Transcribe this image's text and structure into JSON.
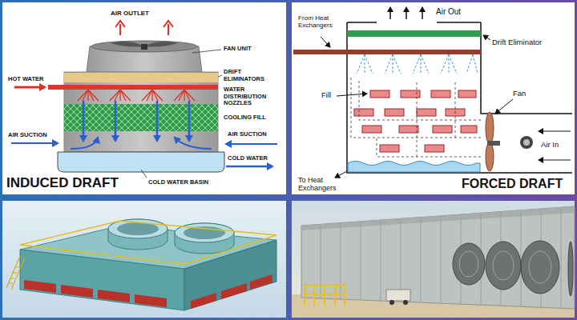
{
  "diagram": {
    "labels": [
      "AIR OUTLET",
      "FAN UNIT",
      "HOT WATER",
      "DRIFT ELIMINATORS",
      "WATER DISTRIBUTION NOZZLES",
      "COOLING FILL",
      "AIR SUCTION",
      "AIR SUCTION",
      "COLD WATER",
      "COLD WATER BASIN",
      "INDUCED DRAFT",
      "Air Out",
      "From Heat Exchangers",
      "Drift Eliminator",
      "Fill",
      "Fan",
      "Air In",
      "To Heat Exchangers",
      "FORCED DRAFT"
    ]
  }
}
